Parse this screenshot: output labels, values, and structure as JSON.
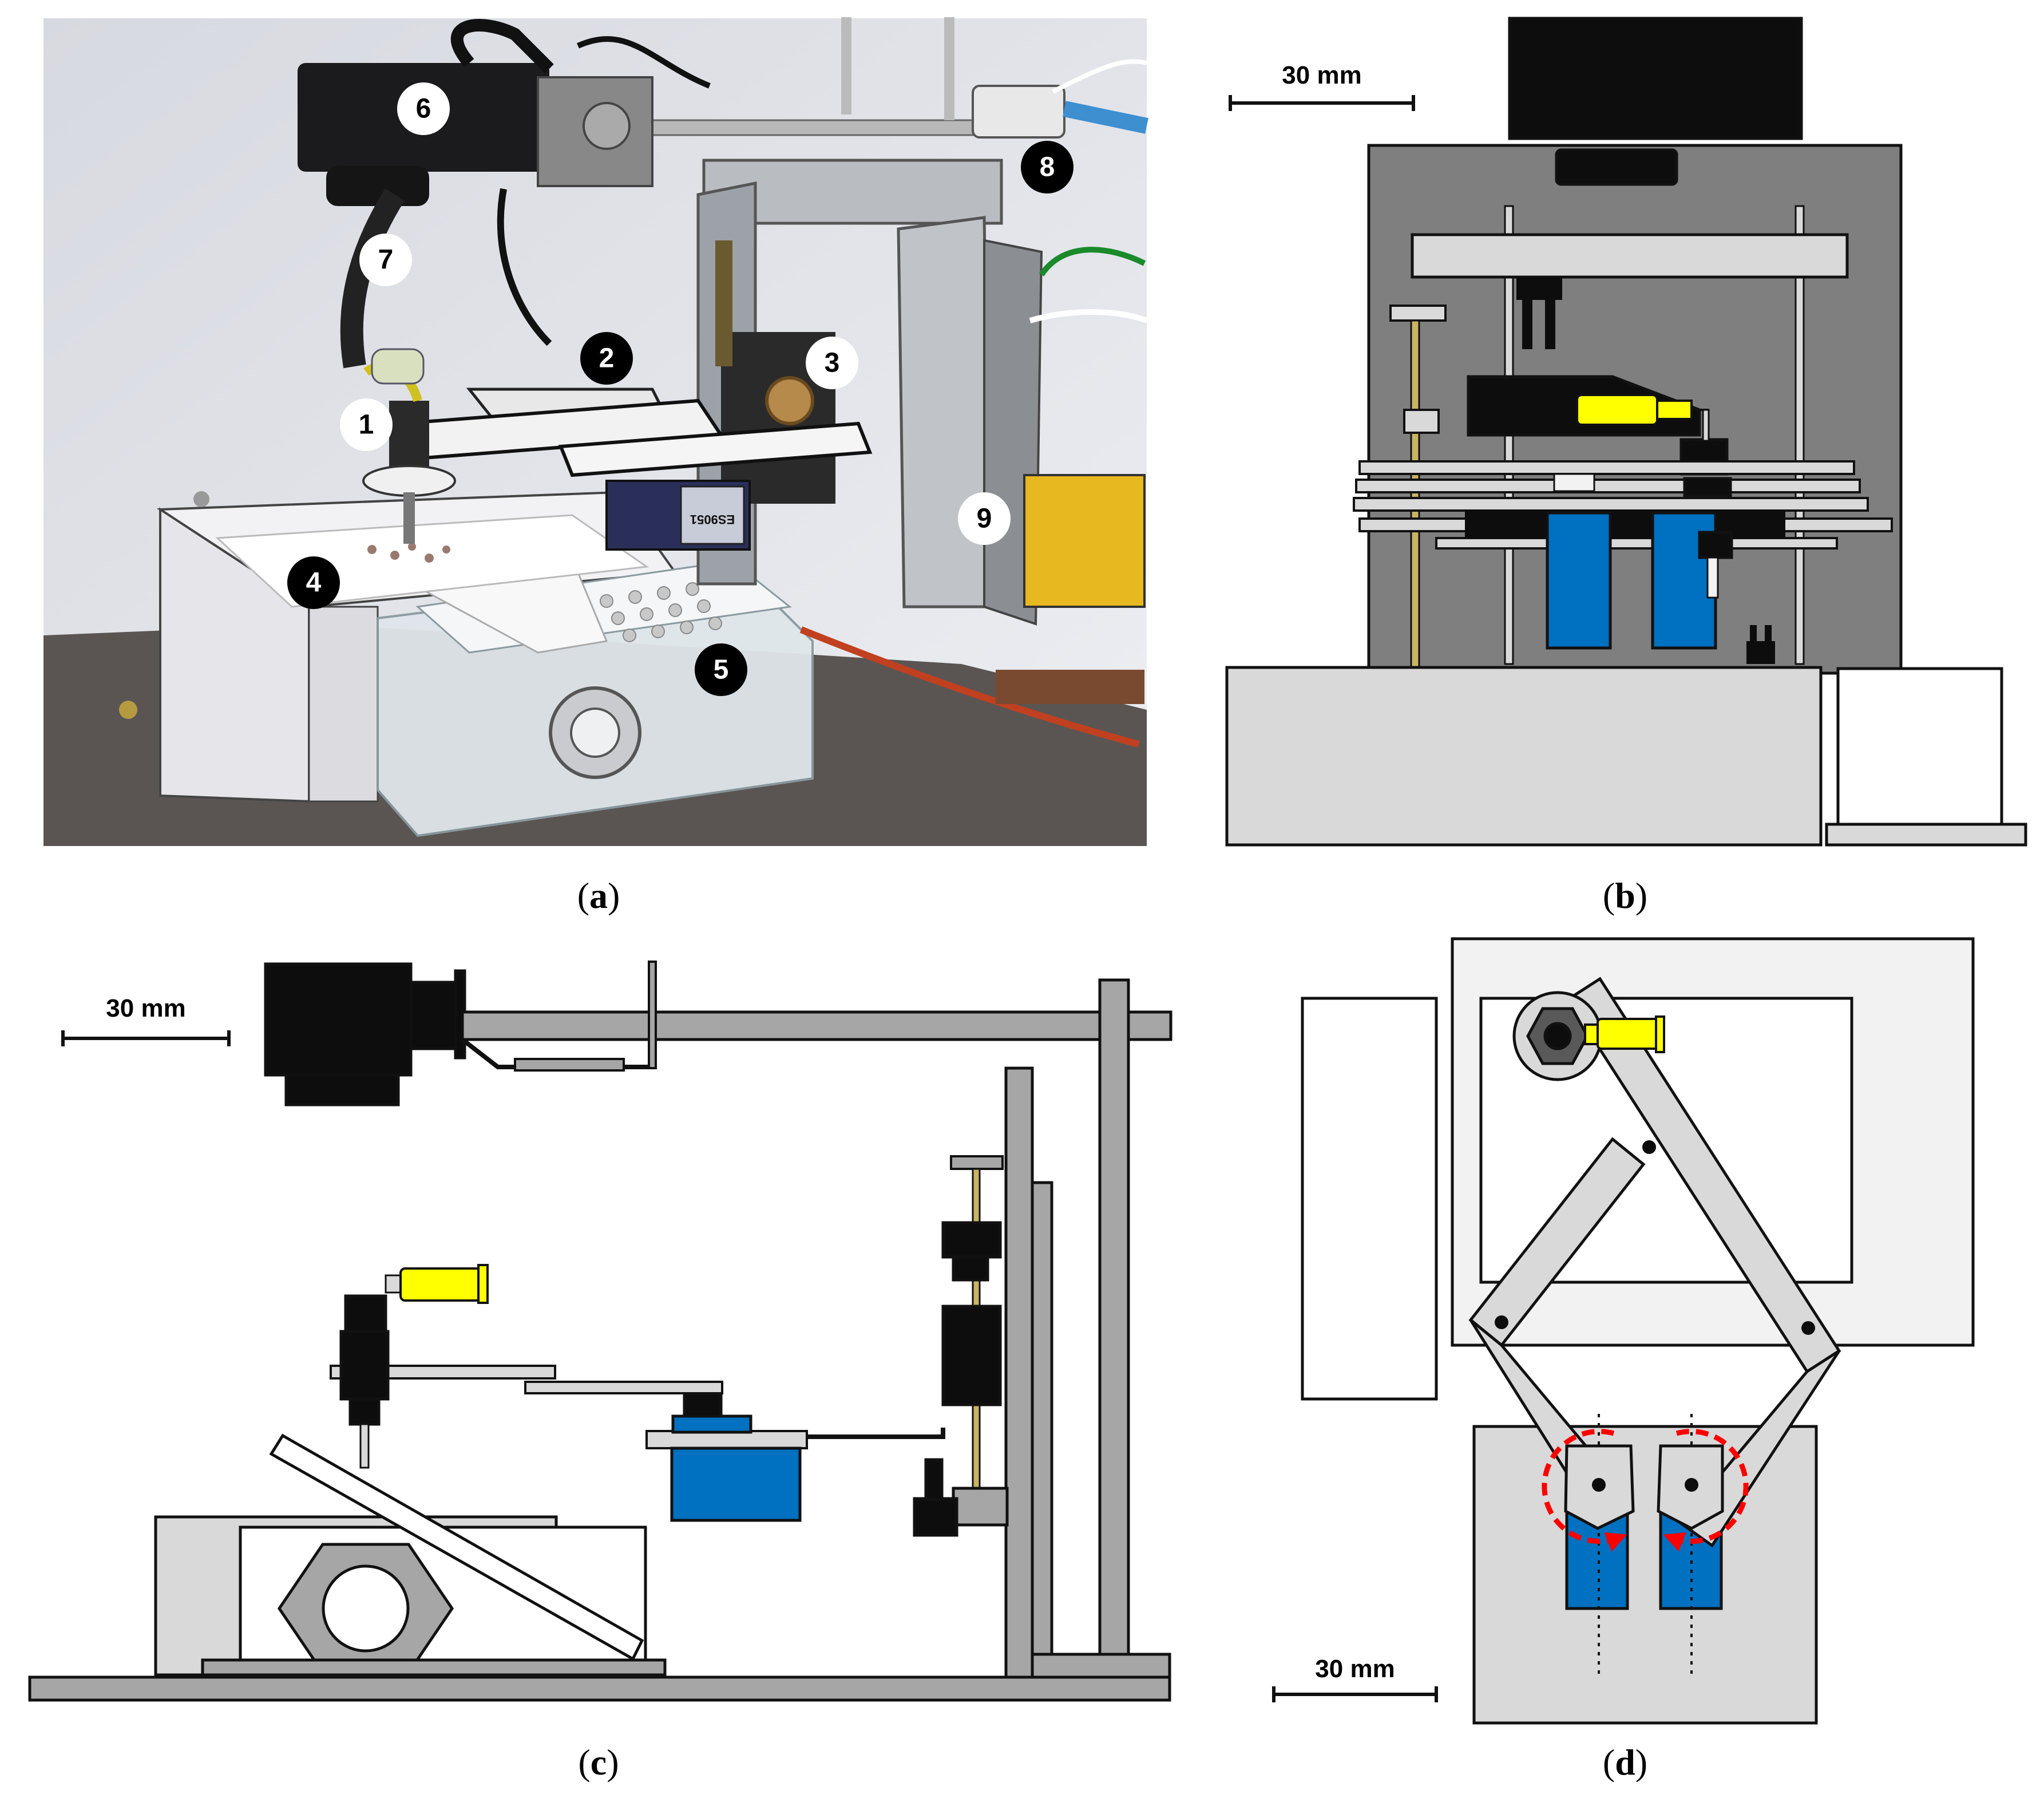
{
  "panels": {
    "a": {
      "caption_open": "(",
      "caption_letter": "a",
      "caption_close": ")",
      "markers": [
        "1",
        "2",
        "3",
        "4",
        "5",
        "6",
        "7",
        "8",
        "9"
      ],
      "servo_label": "ES9051"
    },
    "b": {
      "caption_open": "(",
      "caption_letter": "b",
      "caption_close": ")",
      "scale_label": "30 mm"
    },
    "c": {
      "caption_open": "(",
      "caption_letter": "c",
      "caption_close": ")",
      "scale_label": "30 mm"
    },
    "d": {
      "caption_open": "(",
      "caption_letter": "d",
      "caption_close": ")",
      "scale_label": "30 mm"
    }
  },
  "colors": {
    "light_gray": "#d9d9d9",
    "mid_gray": "#a6a6a6",
    "dark_gray": "#7f7f7f",
    "black": "#0d0d0d",
    "servo_blue": "#0070c0",
    "needle_yellow": "#ffff00",
    "arrow_red": "#ff0000",
    "very_light": "#f2f2f2"
  }
}
